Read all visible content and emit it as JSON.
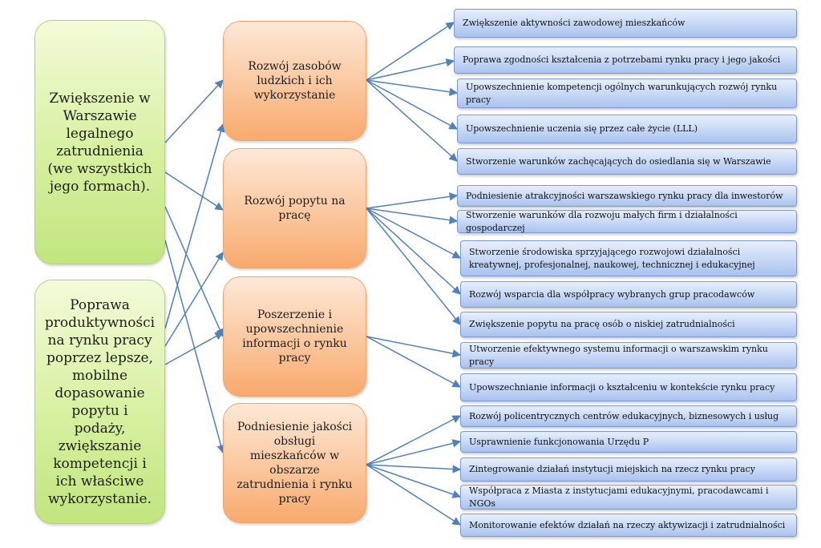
{
  "goals": [
    {
      "text": "Zwiększenie w Warszawie legalnego zatrudnienia (we wszystkich jego formach)."
    },
    {
      "text": "Poprawa produktywności na rynku pracy poprzez lepsze, mobilne dopasowanie popytu i podaży, zwiększanie kompetencji i ich właściwe wykorzystanie."
    }
  ],
  "areas": [
    {
      "text": "Rozwój zasobów ludzkich i ich wykorzystanie"
    },
    {
      "text": "Rozwój popytu na pracę"
    },
    {
      "text": "Poszerzenie i upowszechnienie informacji o rynku pracy"
    },
    {
      "text": "Podniesienie jakości obsługi mieszkańców w obszarze zatrudnienia i rynku pracy"
    }
  ],
  "actions": [
    {
      "text": "Zwiększenie aktywności zawodowej mieszkańców"
    },
    {
      "text": "Poprawa zgodności kształcenia z potrzebami rynku pracy i jego jakości"
    },
    {
      "text": "Upowszechnienie kompetencji ogólnych warunkujących rozwój rynku pracy"
    },
    {
      "text": "Upowszechnienie uczenia się przez całe życie (LLL)"
    },
    {
      "text": "Stworzenie warunków zachęcających do osiedlania się w Warszawie"
    },
    {
      "text": "Podniesienie atrakcyjności warszawskiego rynku pracy dla inwestorów"
    },
    {
      "text": "Stworzenie warunków dla rozwoju  małych firm i działalności gospodarczej"
    },
    {
      "text": "Stworzenie środowiska sprzyjającego rozwojowi działalności kreatywnej, profesjonalnej, naukowej, technicznej i edukacyjnej"
    },
    {
      "text": "Rozwój wsparcia dla współpracy wybranych grup pracodawców"
    },
    {
      "text": "Zwiększenie popytu na pracę osób o niskiej zatrudnialności"
    },
    {
      "text": "Utworzenie efektywnego systemu informacji o warszawskim rynku pracy"
    },
    {
      "text": "Upowszechnianie informacji o kształceniu w  kontekście rynku pracy"
    },
    {
      "text": "Rozwój  policentrycznych centrów edukacyjnych, biznesowych i usług"
    },
    {
      "text": "Usprawnienie funkcjonowania Urzędu P"
    },
    {
      "text": "Zintegrowanie działań instytucji miejskich na rzecz rynku pracy"
    },
    {
      "text": "Współpraca z Miasta z instytucjami edukacyjnymi, pracodawcami i NGOs"
    },
    {
      "text": "Monitorowanie efektów działań na rzeczy aktywizacji i zatrudnialności"
    }
  ],
  "colors": {
    "goal_fill": "#d7f0a0",
    "area_fill": "#fbc79d",
    "action_fill": "#c3d5f5",
    "arrow": "#4f81bd"
  }
}
